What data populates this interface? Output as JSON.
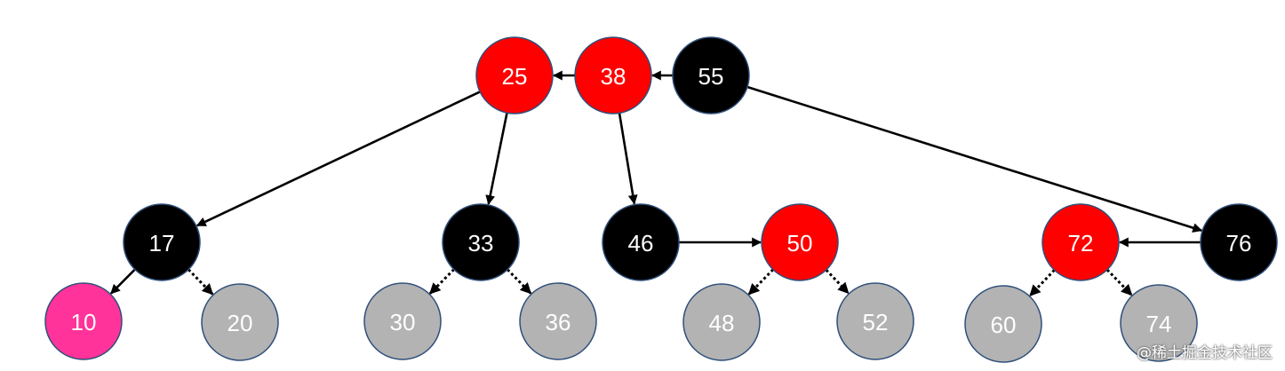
{
  "colors": {
    "red": "#ff0000",
    "black": "#000000",
    "gray": "#b3b3b3",
    "pink": "#ff3399",
    "node_border": "#2f4f7a",
    "edge": "#000000"
  },
  "nodes": [
    {
      "id": "n25",
      "label": "25",
      "color": "red"
    },
    {
      "id": "n38",
      "label": "38",
      "color": "red"
    },
    {
      "id": "n55",
      "label": "55",
      "color": "black"
    },
    {
      "id": "n17",
      "label": "17",
      "color": "black"
    },
    {
      "id": "n33",
      "label": "33",
      "color": "black"
    },
    {
      "id": "n46",
      "label": "46",
      "color": "black"
    },
    {
      "id": "n50",
      "label": "50",
      "color": "red"
    },
    {
      "id": "n72",
      "label": "72",
      "color": "red"
    },
    {
      "id": "n76",
      "label": "76",
      "color": "black"
    },
    {
      "id": "n10",
      "label": "10",
      "color": "pink"
    },
    {
      "id": "n20",
      "label": "20",
      "color": "gray"
    },
    {
      "id": "n30",
      "label": "30",
      "color": "gray"
    },
    {
      "id": "n36",
      "label": "36",
      "color": "gray"
    },
    {
      "id": "n48",
      "label": "48",
      "color": "gray"
    },
    {
      "id": "n52",
      "label": "52",
      "color": "gray"
    },
    {
      "id": "n60",
      "label": "60",
      "color": "gray"
    },
    {
      "id": "n74",
      "label": "74",
      "color": "gray"
    }
  ],
  "edges": [
    {
      "from": "n38",
      "to": "n25",
      "style": "solid"
    },
    {
      "from": "n55",
      "to": "n38",
      "style": "solid"
    },
    {
      "from": "n25",
      "to": "n17",
      "style": "solid"
    },
    {
      "from": "n25",
      "to": "n33",
      "style": "solid"
    },
    {
      "from": "n38",
      "to": "n46",
      "style": "solid"
    },
    {
      "from": "n55",
      "to": "n76",
      "style": "solid"
    },
    {
      "from": "n46",
      "to": "n50",
      "style": "solid"
    },
    {
      "from": "n76",
      "to": "n72",
      "style": "solid"
    },
    {
      "from": "n17",
      "to": "n10",
      "style": "solid"
    },
    {
      "from": "n17",
      "to": "n20",
      "style": "dotted"
    },
    {
      "from": "n33",
      "to": "n30",
      "style": "dotted"
    },
    {
      "from": "n33",
      "to": "n36",
      "style": "dotted"
    },
    {
      "from": "n50",
      "to": "n48",
      "style": "dotted"
    },
    {
      "from": "n50",
      "to": "n52",
      "style": "dotted"
    },
    {
      "from": "n72",
      "to": "n60",
      "style": "dotted"
    },
    {
      "from": "n72",
      "to": "n74",
      "style": "dotted"
    }
  ],
  "watermark": "@稀土掘金技术社区"
}
